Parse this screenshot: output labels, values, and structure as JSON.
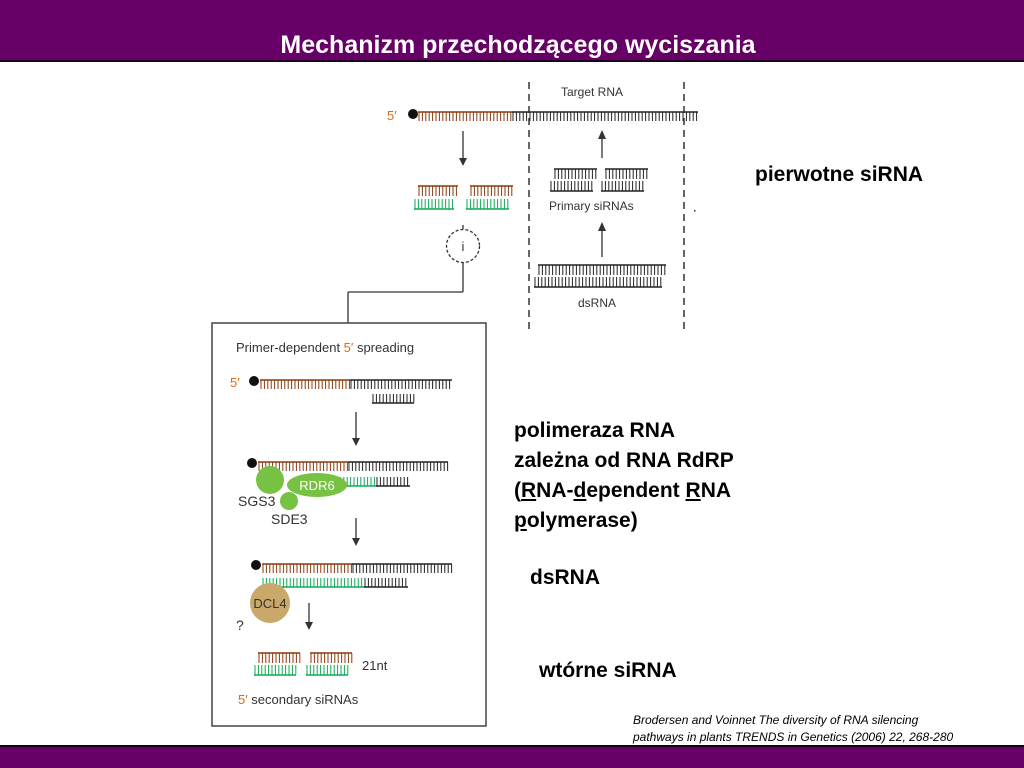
{
  "title": "Mechanizm przechodzącego wyciszania",
  "labels": {
    "primary_sirna": "pierwotne siRNA",
    "polymerase": {
      "line1": "polimeraza RNA",
      "line2": "zależna od RNA RdRP",
      "line3_a": "(",
      "line3_b": "R",
      "line3_c": "NA-",
      "line3_d": "d",
      "line3_e": "ependent ",
      "line3_f": "R",
      "line3_g": "NA",
      "line4_a": "p",
      "line4_b": "olymerase)"
    },
    "dsrna": "dsRNA",
    "secondary_sirna": "wtórne siRNA"
  },
  "credit": {
    "line1": "Brodersen and Voinnet The diversity of RNA silencing",
    "line2": "pathways in plants TRENDS in Genetics (2006) 22, 268-280"
  },
  "figure": {
    "five_prime": "5′",
    "target_rna": "Target RNA",
    "primary_sirnas": "Primary siRNAs",
    "dsrna": "dsRNA",
    "i_label": "i",
    "box_title_a": "Primer-dependent ",
    "box_title_b": "5′",
    "box_title_c": " spreading",
    "rdr6": "RDR6",
    "sgs3": "SGS3",
    "sde3": "SDE3",
    "dcl4": "DCL4",
    "question": "?",
    "nt21": "21nt",
    "secondary_sirnas": "secondary siRNAs"
  },
  "colors": {
    "bar": "#660066",
    "brown": "#8b3a0f",
    "green": "#11aa55",
    "rdr6": "#77c242",
    "dcl4": "#c9a86a",
    "five_prime": "#e06a1a"
  }
}
